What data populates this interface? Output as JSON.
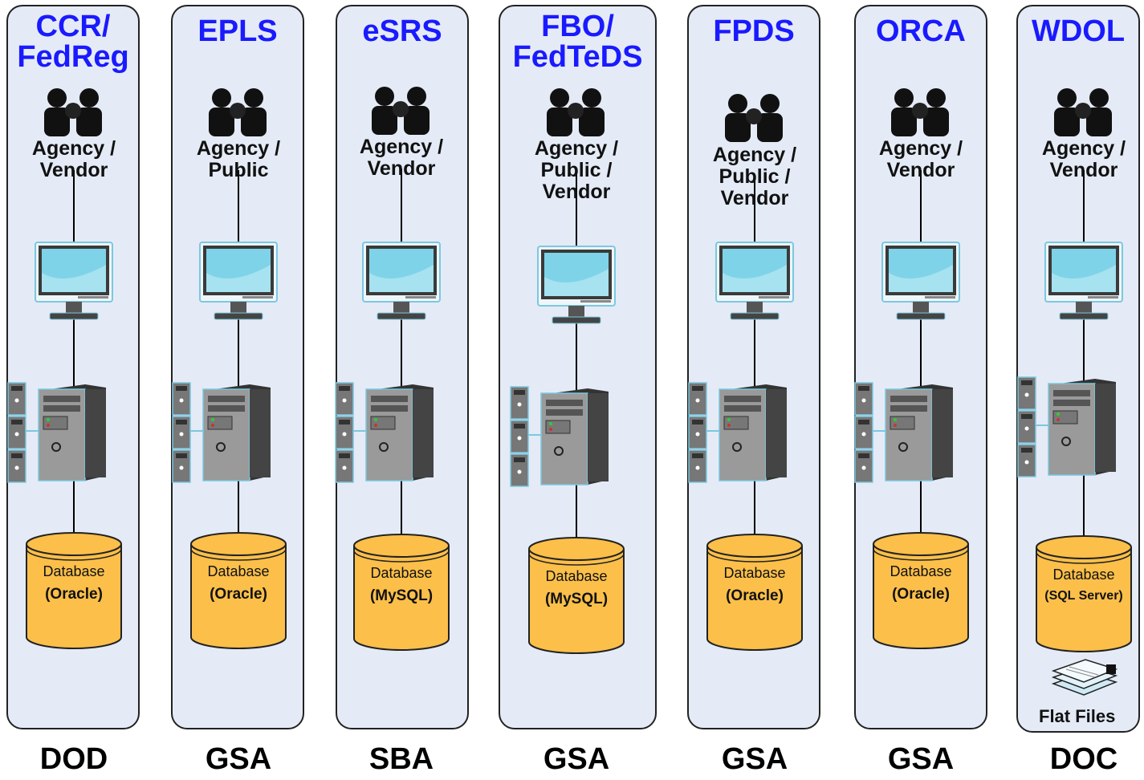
{
  "systems": [
    {
      "title": "CCR/\nFedReg",
      "users": "Agency /\nVendor",
      "db_label": "Database",
      "db_type": "(Oracle)",
      "agency": "DOD"
    },
    {
      "title": "EPLS",
      "users": "Agency /\nPublic",
      "db_label": "Database",
      "db_type": "(Oracle)",
      "agency": "GSA"
    },
    {
      "title": "eSRS",
      "users": "Agency /\nVendor",
      "db_label": "Database",
      "db_type": "(MySQL)",
      "agency": "SBA"
    },
    {
      "title": "FBO/\nFedTeDS",
      "users": "Agency /\nPublic /\nVendor",
      "db_label": "Database",
      "db_type": "(MySQL)",
      "agency": "GSA"
    },
    {
      "title": "FPDS",
      "users": "Agency /\nPublic /\nVendor",
      "db_label": "Database",
      "db_type": "(Oracle)",
      "agency": "GSA"
    },
    {
      "title": "ORCA",
      "users": "Agency /\nVendor",
      "db_label": "Database",
      "db_type": "(Oracle)",
      "agency": "GSA"
    },
    {
      "title": "WDOL",
      "users": "Agency /\nVendor",
      "db_label": "Database",
      "db_type": "(SQL Server)",
      "agency": "DOC"
    }
  ],
  "flat_files_label": "Flat Files",
  "colors": {
    "panel": "#e4ebf6",
    "title": "#1a1aff",
    "database": "#fbbf4a",
    "monitor": "#7ed3e8"
  },
  "icons": [
    "users-icon",
    "monitor-icon",
    "server-icon",
    "database-icon",
    "flat-files-icon"
  ]
}
